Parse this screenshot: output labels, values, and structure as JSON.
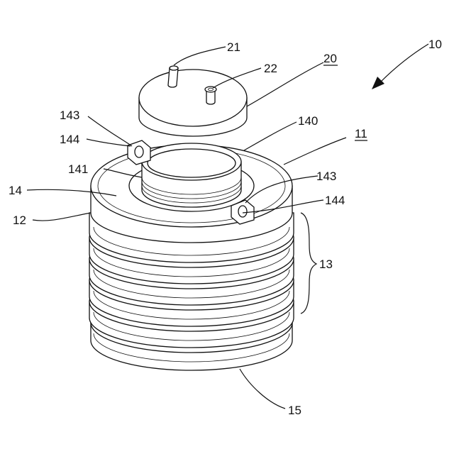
{
  "labels": {
    "l10": "10",
    "l20": "20",
    "l21": "21",
    "l22": "22",
    "l11": "11",
    "l140": "140",
    "l141": "141",
    "l143a": "143",
    "l143b": "143",
    "l144a": "144",
    "l144b": "144",
    "l14": "14",
    "l12": "12",
    "l13": "13",
    "l15": "15"
  },
  "colors": {
    "stroke": "#111111",
    "background": "#ffffff"
  }
}
